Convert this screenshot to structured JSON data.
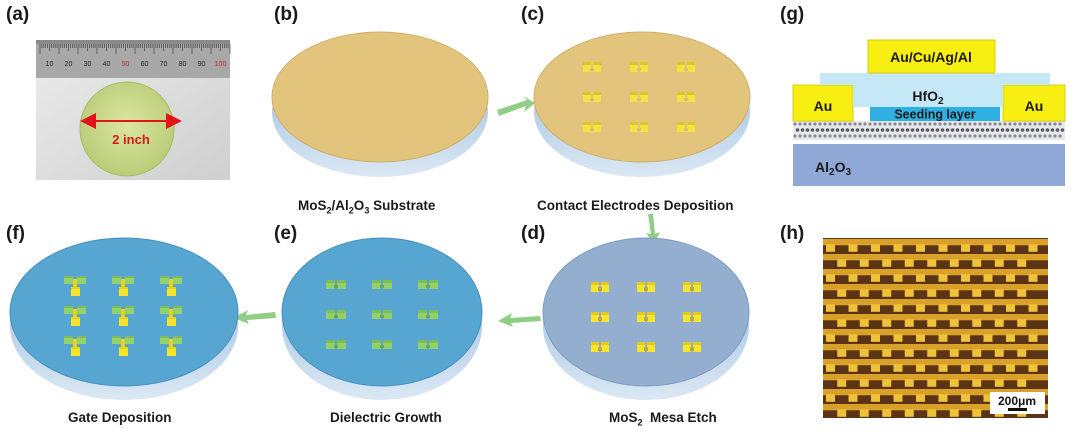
{
  "panels": {
    "a": "(a)",
    "b": "(b)",
    "c": "(c)",
    "d": "(d)",
    "e": "(e)",
    "f": "(f)",
    "g": "(g)",
    "h": "(h)"
  },
  "captions": {
    "b_pre": "MoS",
    "b_sub1": "2",
    "b_mid": "/Al",
    "b_sub2": "2",
    "b_mid2": "O",
    "b_sub3": "3",
    "b_post": " Substrate",
    "c": "Contact Electrodes Deposition",
    "d_pre": "MoS",
    "d_sub": "2",
    "d_post": "  Mesa Etch",
    "e": "Dielectric Growth",
    "f": "Gate Deposition"
  },
  "photo": {
    "wafer_label": "2 inch",
    "ruler_ticks": [
      "10",
      "20",
      "30",
      "40",
      "50",
      "60",
      "70",
      "80",
      "90",
      "100"
    ]
  },
  "stack": {
    "top_metal": "Au/Cu/Ag/Al",
    "dielectric_pre": "HfO",
    "dielectric_sub": "2",
    "seed": "Seeding layer",
    "left_contact": "Au",
    "right_contact": "Au",
    "substrate_pre": "Al",
    "substrate_sub1": "2",
    "substrate_mid": "O",
    "substrate_sub2": "3"
  },
  "micrograph": {
    "scale_label": "200μm"
  },
  "colors": {
    "gold": "#e3c27a",
    "blue_gray": "#9fb6d2",
    "cyan": "#58a9d3",
    "electrode": "#f2e02a",
    "gate": "#84c464",
    "arrow": "#8fce84"
  }
}
